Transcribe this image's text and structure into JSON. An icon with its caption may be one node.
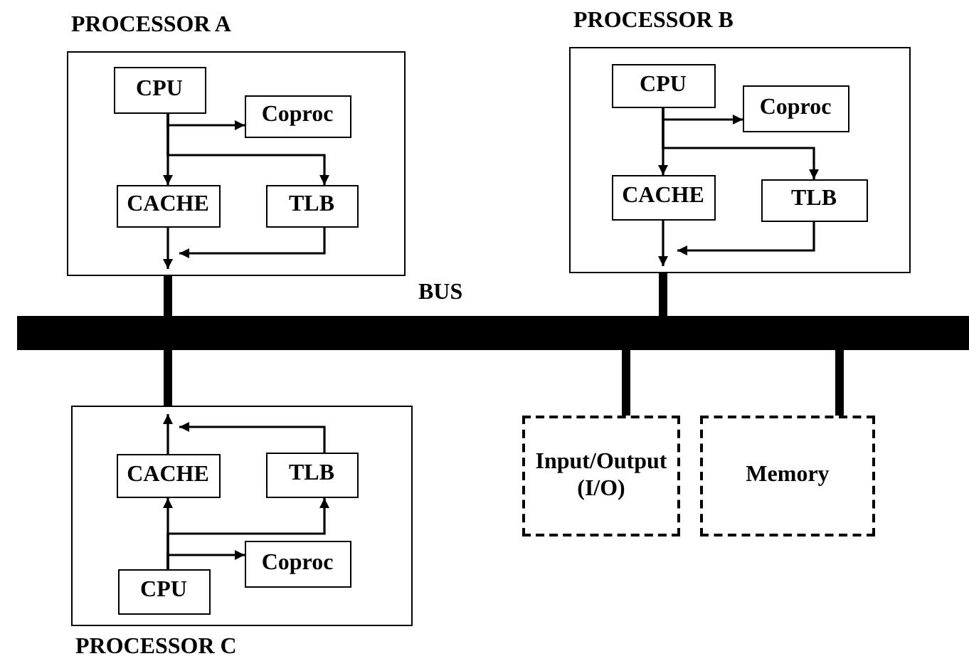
{
  "diagram": {
    "nodes": [
      {
        "text": [
          "PROCESSOR A"
        ]
      },
      {
        "text": [
          "CPU"
        ],
        "in": 0
      },
      {
        "text": [
          "Coproc"
        ],
        "in": 0
      },
      {
        "text": [
          "CACHE"
        ],
        "in": 0
      },
      {
        "text": [
          "TLB"
        ],
        "in": 0
      },
      {
        "text": [
          "PROCESSOR B"
        ]
      },
      {
        "text": [
          "CPU"
        ],
        "in": 5
      },
      {
        "text": [
          "Coproc"
        ],
        "in": 5
      },
      {
        "text": [
          "CACHE"
        ],
        "in": 5
      },
      {
        "text": [
          "TLB"
        ],
        "in": 5
      },
      {
        "text": [
          "BUS"
        ]
      },
      {
        "text": [
          "PROCESSOR C"
        ]
      },
      {
        "text": [
          "CACHE"
        ],
        "in": 11
      },
      {
        "text": [
          "TLB"
        ],
        "in": 11
      },
      {
        "text": [
          "Coproc"
        ],
        "in": 11
      },
      {
        "text": [
          "CPU"
        ],
        "in": 11
      },
      {
        "text": [
          "Input/Output (I/O)"
        ]
      },
      {
        "text": [
          "Memory"
        ]
      }
    ],
    "edges": [
      {
        "from": 1,
        "to": 2,
        "arrow": "to"
      },
      {
        "from": 1,
        "to": 3,
        "arrow": "to"
      },
      {
        "from": 1,
        "to": 4,
        "arrow": "to"
      },
      {
        "from": 3,
        "to": null,
        "arrow": "to"
      },
      {
        "from": 4,
        "to": null,
        "arrow": "to"
      },
      {
        "from": 0,
        "to": 10,
        "arrow": "none",
        "style": "thick"
      },
      {
        "from": 6,
        "to": 7,
        "arrow": "to"
      },
      {
        "from": 6,
        "to": 8,
        "arrow": "to"
      },
      {
        "from": 6,
        "to": 9,
        "arrow": "to"
      },
      {
        "from": 8,
        "to": null,
        "arrow": "to"
      },
      {
        "from": 9,
        "to": null,
        "arrow": "to"
      },
      {
        "from": 5,
        "to": 10,
        "arrow": "none",
        "style": "thick"
      },
      {
        "from": 10,
        "to": 11,
        "arrow": "none",
        "style": "thick"
      },
      {
        "from": 15,
        "to": 14,
        "arrow": "to"
      },
      {
        "from": 15,
        "to": 12,
        "arrow": "to"
      },
      {
        "from": 15,
        "to": 13,
        "arrow": "to"
      },
      {
        "from": 12,
        "to": null,
        "arrow": "to"
      },
      {
        "from": 13,
        "to": null,
        "arrow": "to"
      },
      {
        "from": 10,
        "to": 16,
        "arrow": "none",
        "style": "thick"
      },
      {
        "from": 10,
        "to": 17,
        "arrow": "none",
        "style": "thick"
      }
    ]
  }
}
